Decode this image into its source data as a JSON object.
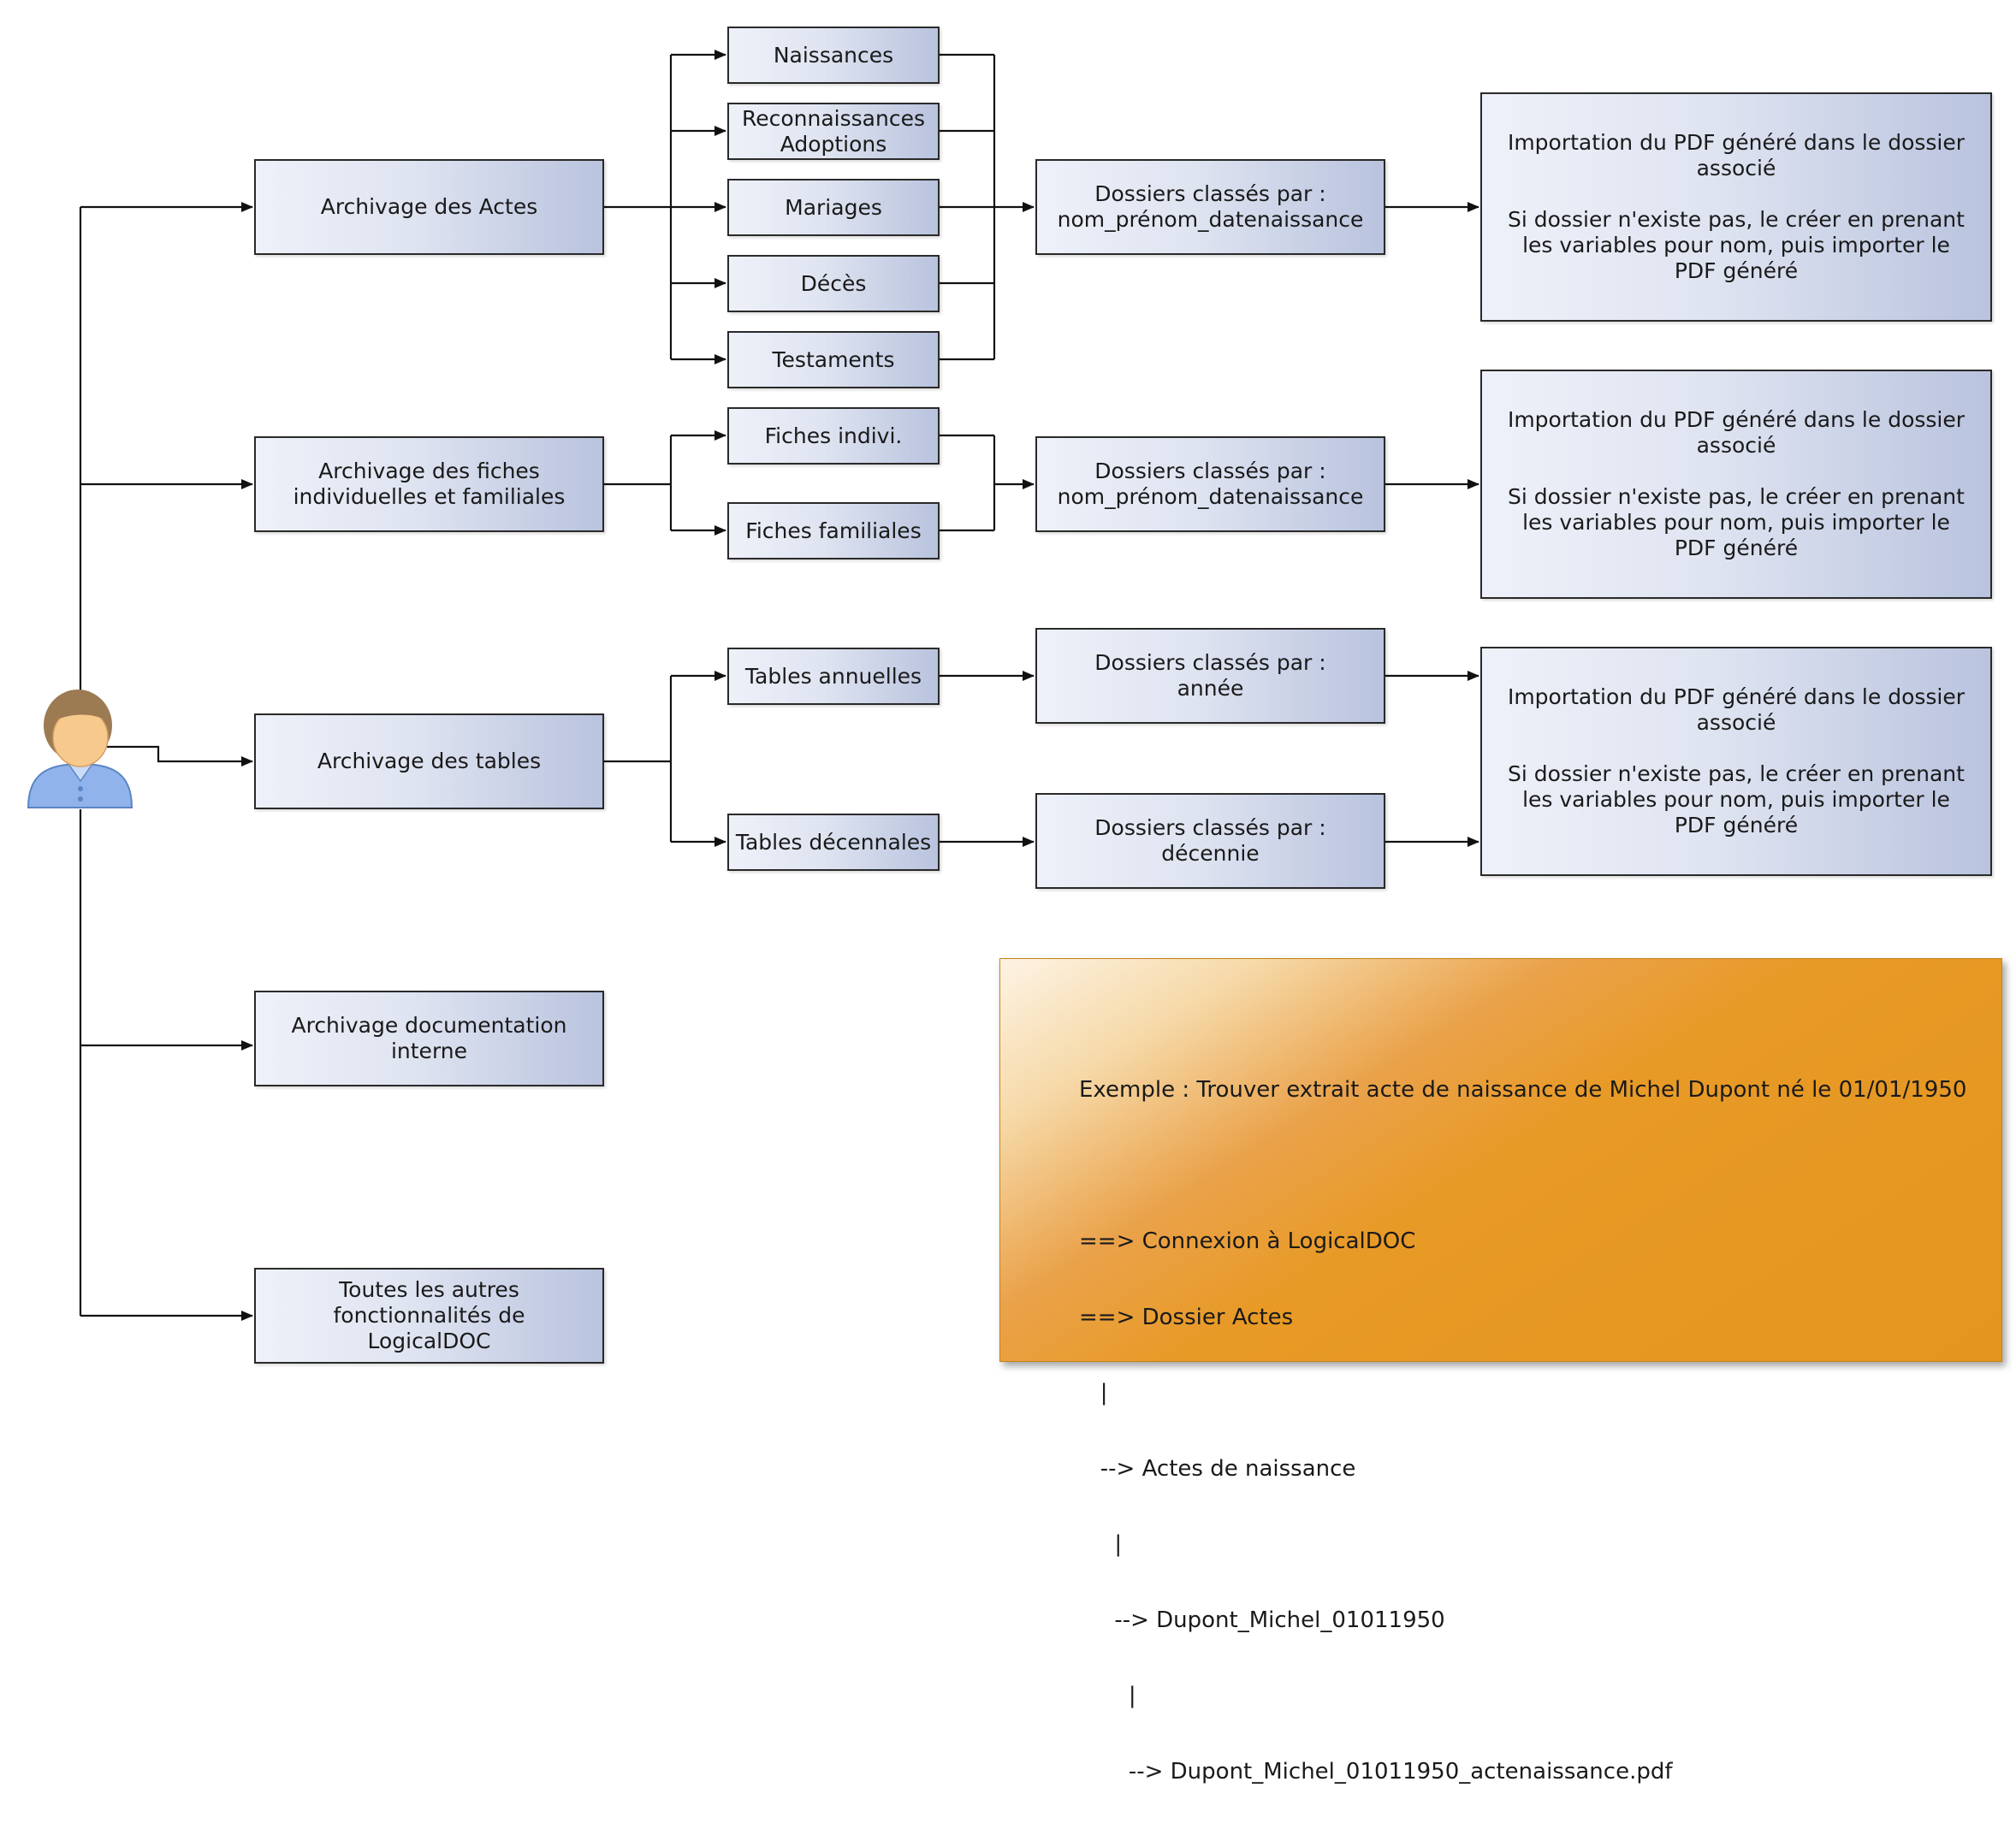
{
  "actor": {
    "icon": "user-icon"
  },
  "categories": {
    "actes": "Archivage des Actes",
    "fiches": "Archivage des fiches\nindividuelles et familiales",
    "tables": "Archivage des tables",
    "documentation": "Archivage documentation\ninterne",
    "autres": "Toutes les autres\nfonctionnalités de\nLogicalDOC"
  },
  "actes_types": [
    "Naissances",
    "Reconnaissances\nAdoptions",
    "Mariages",
    "Décès",
    "Testaments"
  ],
  "fiches_types": [
    "Fiches indivi.",
    "Fiches familiales"
  ],
  "tables_types": [
    "Tables annuelles",
    "Tables décennales"
  ],
  "folders": {
    "actes": "Dossiers classés par :\nnom_prénom_datenaissance",
    "fiches": "Dossiers classés par :\nnom_prénom_datenaissance",
    "tables_annuelles": "Dossiers classés par :\nannée",
    "tables_decennales": "Dossiers classés par :\ndécennie"
  },
  "imports": {
    "actes": "Importation du PDF généré dans le dossier\nassocié\n\nSi dossier n'existe pas, le créer en prenant\nles variables pour nom, puis importer le\nPDF généré",
    "fiches": "Importation du PDF généré dans le dossier\nassocié\n\nSi dossier n'existe pas, le créer en prenant\nles variables pour nom, puis importer le\nPDF généré",
    "tables": "Importation du PDF généré dans le dossier\nassocié\n\nSi dossier n'existe pas, le créer en prenant\nles variables pour nom, puis importer le\nPDF généré"
  },
  "example_note": {
    "lines": [
      "Exemple : Trouver extrait acte de naissance de Michel Dupont né le 01/01/1950",
      "",
      "==> Connexion à LogicalDOC",
      "==> Dossier Actes",
      "   |",
      "   --> Actes de naissance",
      "     |",
      "     --> Dupont_Michel_01011950",
      "       |",
      "       --> Dupont_Michel_01011950_actenaissance.pdf"
    ]
  }
}
